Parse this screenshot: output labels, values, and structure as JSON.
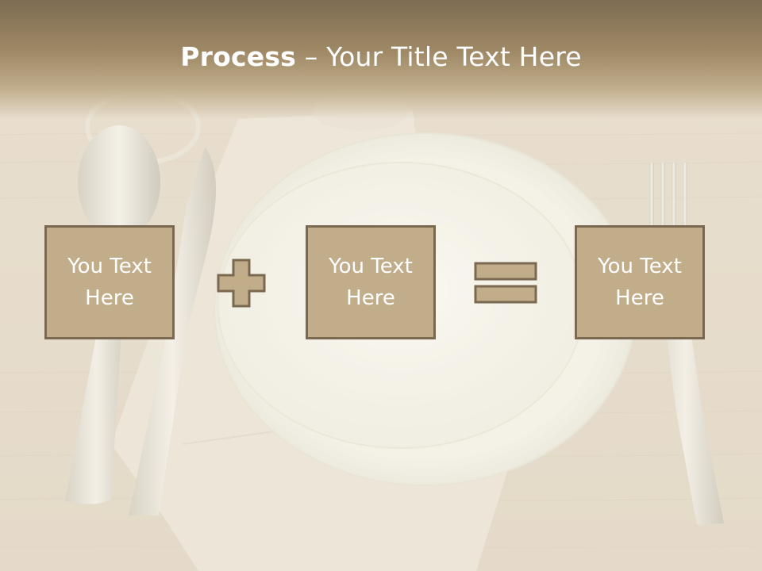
{
  "slide": {
    "title_bold": "Process",
    "title_rest": " – Your Title Text Here",
    "boxes": [
      {
        "text": "You Text Here"
      },
      {
        "text": "You Text Here"
      },
      {
        "text": "You Text Here"
      }
    ],
    "operators": [
      "plus-icon",
      "equals-icon"
    ]
  },
  "colors": {
    "box_fill": "#c2ad8a",
    "box_border": "#7a6850",
    "title_band": "#7d6c52",
    "text": "#ffffff"
  }
}
